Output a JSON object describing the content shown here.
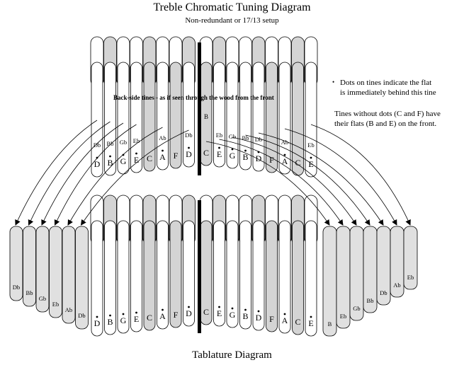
{
  "title": "Treble Chromatic Tuning Diagram",
  "subtitle": "Non-redundant or 17/13 setup",
  "bottom_title": "Tablature Diagram",
  "backside_label": "Back-side tines - as if seen through the wood from the front",
  "notes": {
    "dots": "Dots on tines indicate the flat\nis immediately behind this tine",
    "no_dots": "Tines without dots (C and F) have\ntheir flats (B and E) on the front."
  },
  "colors": {
    "light": "#ffffff",
    "dark": "#d4d4d4",
    "side": "#e0e0e0",
    "bar": "#000000"
  },
  "front_tines": [
    {
      "label": "D",
      "dot": true,
      "back": "Db"
    },
    {
      "label": "B",
      "dot": true,
      "back": "Bb"
    },
    {
      "label": "G",
      "dot": true,
      "back": "Gb"
    },
    {
      "label": "E",
      "dot": true,
      "back": "Eb"
    },
    {
      "label": "C",
      "dot": false,
      "back": ""
    },
    {
      "label": "A",
      "dot": true,
      "back": "Ab"
    },
    {
      "label": "F",
      "dot": false,
      "back": ""
    },
    {
      "label": "D",
      "dot": true,
      "back": "Db"
    },
    {
      "label": "C",
      "dot": false,
      "back": ""
    },
    {
      "label": "E",
      "dot": true,
      "back": "Eb"
    },
    {
      "label": "G",
      "dot": true,
      "back": "Gb"
    },
    {
      "label": "B",
      "dot": true,
      "back": "Bb"
    },
    {
      "label": "D",
      "dot": true,
      "back": "Db"
    },
    {
      "label": "F",
      "dot": false,
      "back": ""
    },
    {
      "label": "A",
      "dot": true,
      "back": "Ab"
    },
    {
      "label": "C",
      "dot": false,
      "back": ""
    },
    {
      "label": "E",
      "dot": true,
      "back": "Eb"
    }
  ],
  "center_back": "B",
  "left_side_tines": [
    "Db",
    "Bb",
    "Gb",
    "Eb",
    "Ab",
    "Db"
  ],
  "right_side_tines": [
    "B",
    "Eb",
    "Gb",
    "Bb",
    "Db",
    "Ab",
    "Eb"
  ]
}
